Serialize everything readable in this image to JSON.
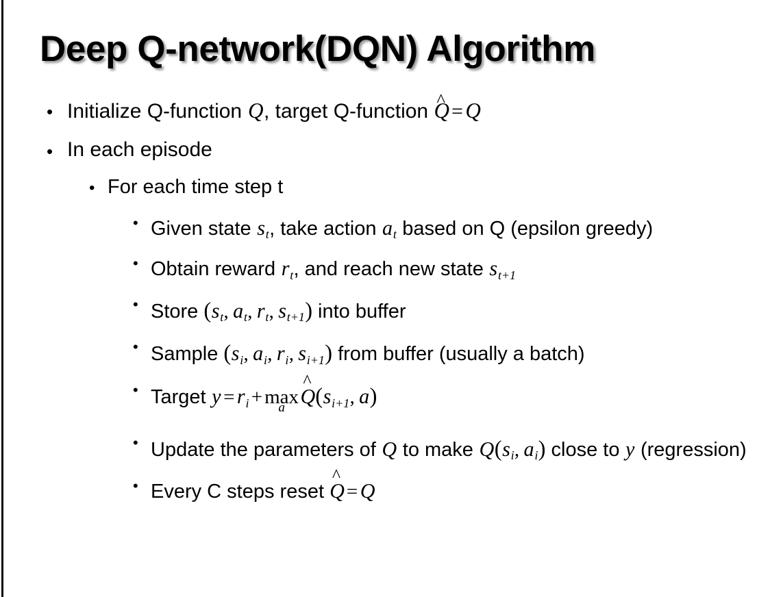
{
  "slide": {
    "background_color": "#ffffff",
    "text_color": "#000000",
    "accent_rule_color": "#000000",
    "title": "Deep Q-network(DQN) Algorithm"
  },
  "outline": {
    "level1": [
      {
        "id": "initialize",
        "bullet_glyph": "•",
        "segments": [
          {
            "kind": "text",
            "value": "Initialize Q-function "
          },
          {
            "kind": "var",
            "value": "Q"
          },
          {
            "kind": "text",
            "value": ", target Q-function "
          },
          {
            "kind": "varhat",
            "value": "Q"
          },
          {
            "kind": "op",
            "value": "="
          },
          {
            "kind": "var",
            "value": "Q"
          }
        ],
        "plain": "Initialize Q-function Q, target Q-function Q̂ = Q"
      },
      {
        "id": "in-each-episode",
        "bullet_glyph": "•",
        "plain": "In each episode"
      }
    ],
    "level2": [
      {
        "id": "for-each-time-step",
        "bullet_glyph": "•",
        "plain": "For each time step t"
      }
    ],
    "level3": [
      {
        "id": "given-state",
        "bullet_glyph": "•",
        "plain": "Given state s_t, take action a_t based on Q (epsilon greedy)"
      },
      {
        "id": "obtain-reward",
        "bullet_glyph": "•",
        "plain": "Obtain reward r_t, and reach new state s_{t+1}"
      },
      {
        "id": "store-transition",
        "bullet_glyph": "•",
        "plain": "Store (s_t, a_t, r_t, s_{t+1}) into buffer"
      },
      {
        "id": "sample-batch",
        "bullet_glyph": "•",
        "plain": "Sample (s_i, a_i, r_i, s_{i+1}) from buffer (usually a batch)"
      },
      {
        "id": "target-y",
        "bullet_glyph": "•",
        "plain": "Target y = r_i + max_a Q̂(s_{i+1}, a)"
      },
      {
        "id": "update-parameters",
        "bullet_glyph": "•",
        "plain": "Update the parameters of Q to make Q(s_i, a_i) close to y (regression)"
      },
      {
        "id": "reset-target",
        "bullet_glyph": "•",
        "plain": "Every C steps reset Q̂ = Q"
      }
    ]
  },
  "text": {
    "bullet_dot": "•",
    "hat_accent": "̂",
    "circumflex": "^",
    "equals": "=",
    "plus": "+",
    "comma": ",",
    "lparen": "(",
    "rparen": ")",
    "max_operator": "max",
    "b1_a": "Initialize Q-function ",
    "b1_b": ", target Q-function ",
    "b2": "In each episode",
    "b3": "For each time step t",
    "b4_a": "Given state ",
    "b4_b": ", take action ",
    "b4_c": " based on Q (epsilon greedy)",
    "b5_a": "Obtain reward ",
    "b5_b": ", and reach new state ",
    "b6_a": "Store ",
    "b6_b": " into buffer",
    "b7_a": "Sample ",
    "b7_b": " from buffer (usually a batch)",
    "b8_a": "Target ",
    "b9_a": "Update the parameters of ",
    "b9_b": " to make ",
    "b9_c": " close to ",
    "b9_d": " (regression)",
    "b10_a": "Every C steps reset ",
    "var_Q": "Q",
    "var_s": "s",
    "var_a": "a",
    "var_r": "r",
    "var_y": "y",
    "sub_t": "t",
    "sub_i": "i",
    "sub_t1": "t+1",
    "sub_i1": "i+1"
  }
}
